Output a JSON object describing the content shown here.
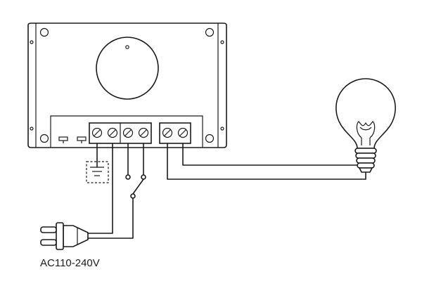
{
  "power_label": "AC110-240V",
  "colors": {
    "line": "#1a1a1a",
    "background": "#ffffff"
  },
  "components": {
    "controller": "dimmer-controller-box",
    "knob": "rotary-knob",
    "terminals": "screw-terminal-block",
    "ground": "ground-symbol",
    "switch": "inline-switch",
    "plug": "ac-plug-icon",
    "bulb": "light-bulb-icon"
  }
}
